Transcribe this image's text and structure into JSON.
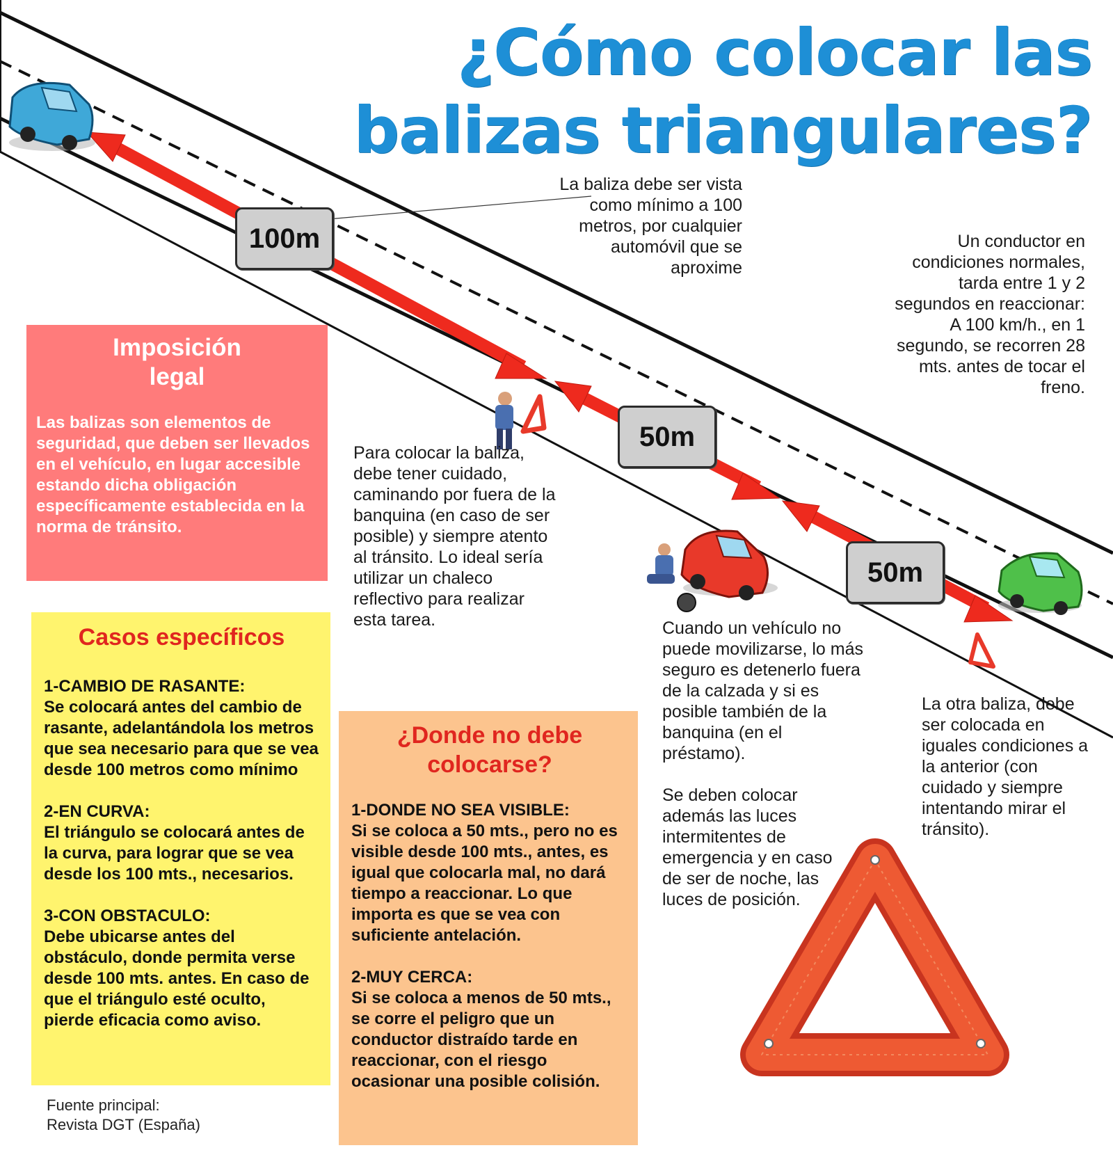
{
  "title": {
    "line1": "¿Cómo colocar las",
    "line2": "balizas triangulares?"
  },
  "distance_labels": {
    "d100": "100m",
    "d50a": "50m",
    "d50b": "50m"
  },
  "callouts": {
    "visible_100": "La baliza debe ser vista como mínimo a 100 metros, por cualquier automóvil que se aproxime",
    "reaction": "Un conductor en condiciones normales, tarda entre 1 y 2 segundos en reaccionar: A 100 km/h., en 1 segundo, se recorren 28 mts. antes de tocar el freno.",
    "placing": "Para colocar la baliza, debe tener cuidado, caminando por fuera de la banquina (en caso de ser posible) y siempre atento al tránsito. Lo ideal sería utilizar un chaleco reflectivo para realizar esta tarea.",
    "stopped_vehicle": "Cuando un vehículo no puede movilizarse, lo más seguro es detenerlo fuera de la calzada y si es posible también de la banquina (en el préstamo).",
    "lights": "Se deben colocar además las luces intermitentes de emergencia y en caso de ser de noche, las luces de posición.",
    "other_beacon": "La otra baliza, debe ser colocada en iguales condiciones a la anterior (con cuidado y siempre intentando mirar el tránsito)."
  },
  "legal": {
    "heading": "Imposición legal",
    "body": "Las balizas son elementos de seguridad, que deben ser llevados en el vehículo, en lugar accesible estando dicha obligación específicamente establecida en la norma de tránsito."
  },
  "casos": {
    "heading": "Casos específicos",
    "items": [
      {
        "title": "1-CAMBIO DE RASANTE:",
        "text": "Se colocará antes del cambio de rasante, adelantándola los metros que sea necesario para que se vea desde 100 metros como mínimo"
      },
      {
        "title": "2-EN CURVA:",
        "text": "El triángulo se colocará antes de la curva, para lograr que se vea desde los 100 mts., necesarios."
      },
      {
        "title": "3-CON OBSTACULO:",
        "text": "Debe ubicarse antes del obstáculo, donde permita verse desde 100 mts. antes. En caso de que el triángulo esté oculto, pierde eficacia como aviso."
      }
    ]
  },
  "donde": {
    "heading": "¿Donde no debe colocarse?",
    "items": [
      {
        "title": "1-DONDE NO SEA VISIBLE:",
        "text": "Si se coloca a 50 mts., pero no es visible desde 100 mts., antes, es igual que colocarla mal, no dará tiempo a reaccionar. Lo que importa es que se vea con suficiente antelación."
      },
      {
        "title": "2-MUY CERCA:",
        "text": "Si se coloca a menos de 50 mts., se corre el peligro que un conductor distraído tarde en reaccionar, con el riesgo ocasionar una posible colisión."
      }
    ]
  },
  "source": {
    "line1": "Fuente principal:",
    "line2": "Revista DGT (España)"
  },
  "colors": {
    "title_blue": "#1e8fd6",
    "arrow_red": "#ee2a1e",
    "legal_bg": "#ff7b7b",
    "casos_bg": "#fff46e",
    "donde_bg": "#fcc48e",
    "heading_red": "#e0261f"
  }
}
